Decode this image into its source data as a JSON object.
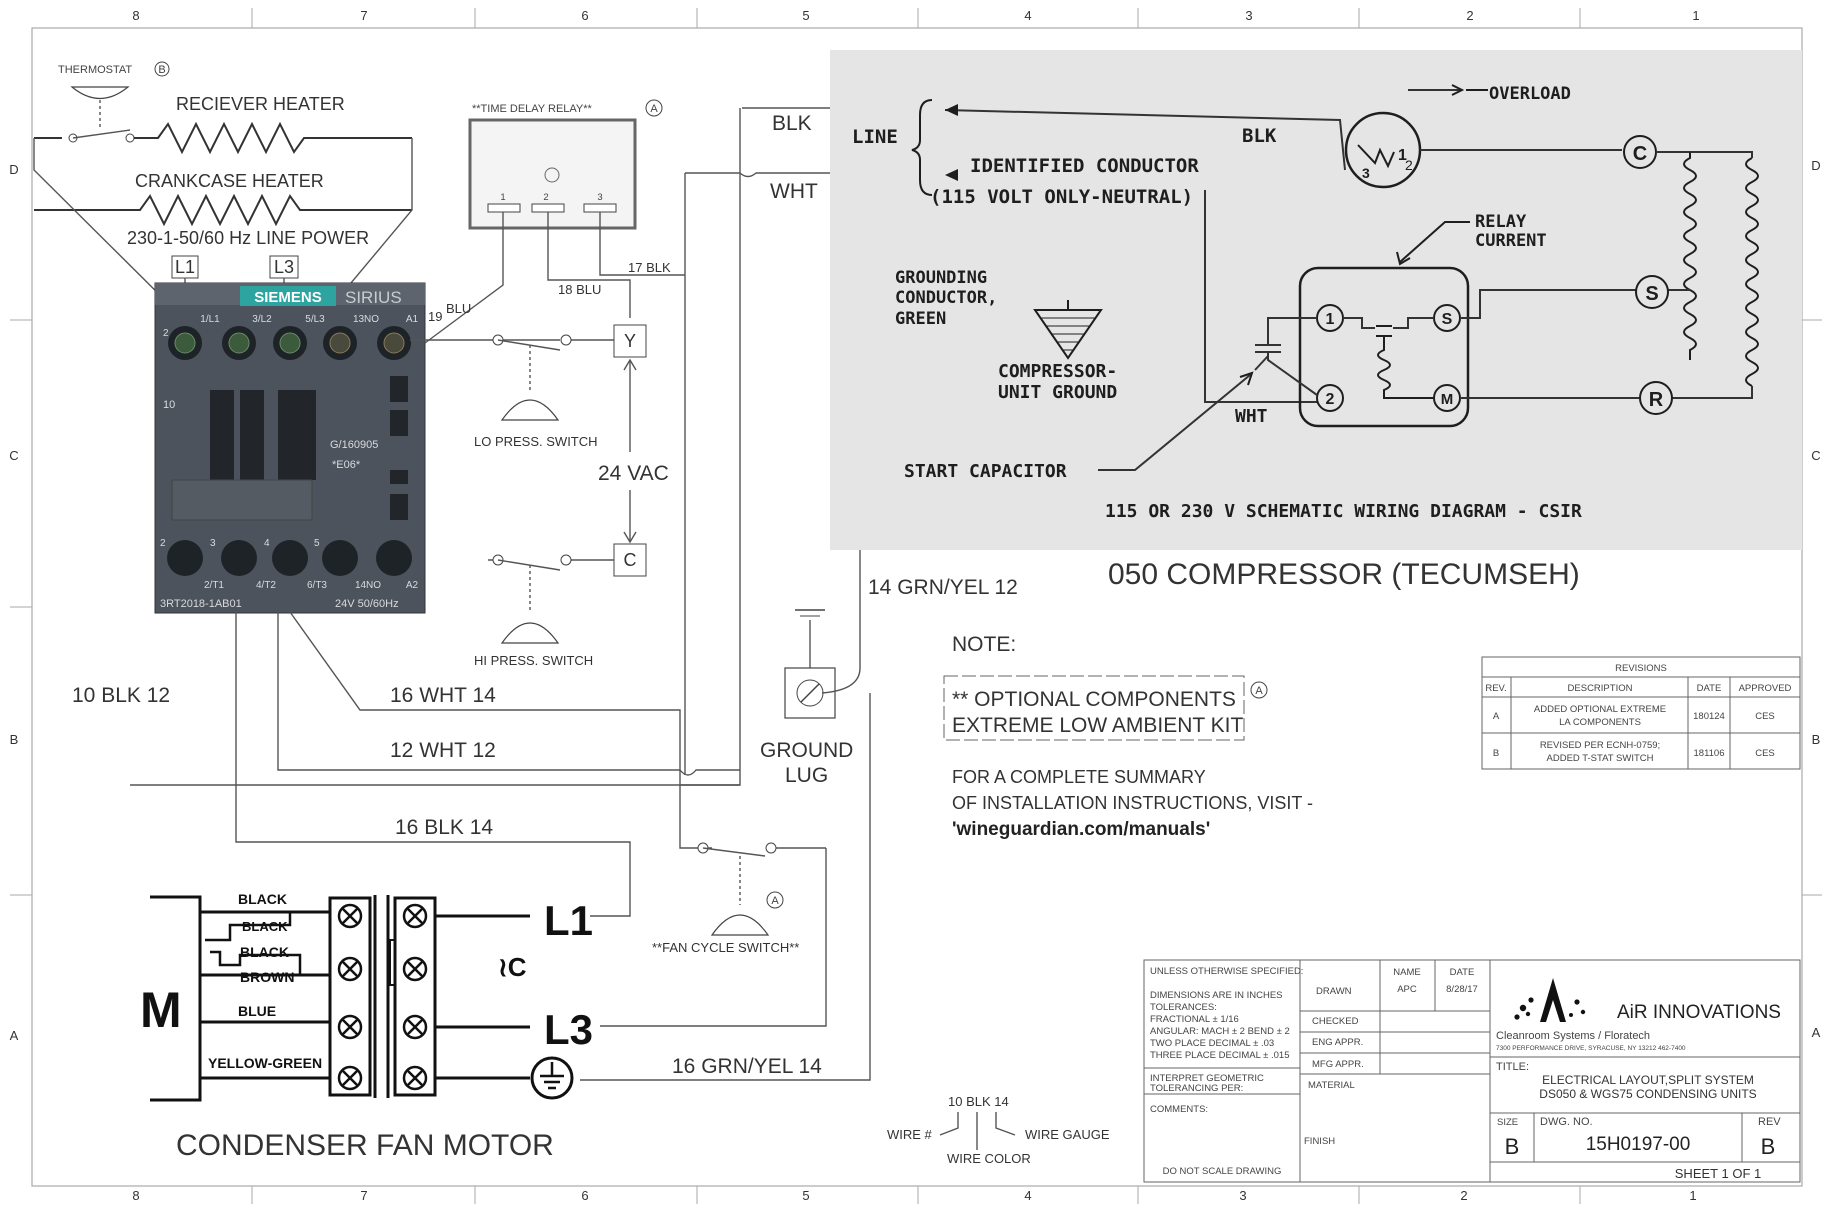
{
  "grid": {
    "cols_top": [
      "8",
      "7",
      "6",
      "5",
      "4",
      "3",
      "2",
      "1"
    ],
    "cols_bottom": [
      "8",
      "7",
      "6",
      "5",
      "4",
      "3",
      "2",
      "1"
    ],
    "rows": [
      "D",
      "C",
      "B",
      "A"
    ]
  },
  "left": {
    "thermostat": "THERMOSTAT",
    "thermostat_note": "B",
    "receiver_heater": "RECIEVER HEATER",
    "crankcase_heater": "CRANKCASE HEATER",
    "line_power": "230-1-50/60 Hz LINE POWER",
    "l1": "L1",
    "l3": "L3"
  },
  "contactor": {
    "brand": "SIEMENS",
    "series": "SIRIUS",
    "top_terminals": [
      "1/L1",
      "3/L2",
      "5/L3",
      "13NO",
      "A1"
    ],
    "bottom_terminals": [
      "2/T1",
      "4/T2",
      "6/T3",
      "14NO",
      "A2"
    ],
    "left_numbers": [
      "2",
      "10",
      "2",
      "3",
      "4",
      "5"
    ],
    "model": "3RT2018-1AB01",
    "rating": "24V 50/60Hz",
    "code1": "G/160905",
    "code2": "*E06*"
  },
  "relay": {
    "title": "**TIME DELAY RELAY**",
    "note": "A",
    "pins": [
      "1",
      "2",
      "3"
    ]
  },
  "wires": {
    "w19": "19",
    "blu": "BLU",
    "w18": "18 BLU",
    "w17": "17 BLK",
    "blk": "BLK",
    "wht": "WHT",
    "w24vac": "24 VAC",
    "y": "Y",
    "c": "C",
    "lo_press": "LO PRESS. SWITCH",
    "hi_press": "HI PRESS. SWITCH",
    "w10blk12": "10 BLK 12",
    "w16wht14": "16 WHT 14",
    "w12wht12": "12 WHT 12",
    "w16blk14": "16 BLK 14",
    "w14grn": "14 GRN/YEL 12",
    "w16grn": "16 GRN/YEL 14",
    "fan_cycle": "**FAN CYCLE SWITCH**",
    "fan_cycle_note": "A",
    "ground_lug": [
      "GROUND",
      "LUG"
    ]
  },
  "motor": {
    "m": "M",
    "wire_labels": [
      "BLACK",
      "BLACK",
      "BLACK",
      "BROWN",
      "BLUE",
      "YELLOW-GREEN"
    ],
    "l1": "L1",
    "l3": "L3",
    "cap": "≀C",
    "title": "CONDENSER FAN MOTOR"
  },
  "compressor": {
    "line": "LINE",
    "blk_in": "BLK",
    "identified": "IDENTIFIED CONDUCTOR",
    "neutral": "(115 VOLT ONLY-NEUTRAL)",
    "blk": "BLK",
    "overload": "OVERLOAD",
    "relay": [
      "RELAY",
      "CURRENT"
    ],
    "grounding": [
      "GROUNDING",
      "CONDUCTOR,",
      "GREEN"
    ],
    "unit_ground": [
      "COMPRESSOR-",
      "UNIT GROUND"
    ],
    "wht": "WHT",
    "start_cap": "START CAPACITOR",
    "schematic_title": "115 OR 230 V SCHEMATIC WIRING DIAGRAM - CSIR",
    "terminals": [
      "C",
      "S",
      "R"
    ],
    "relay_terms": [
      "1",
      "S",
      "2",
      "M"
    ],
    "overload_terms": [
      "1",
      "2",
      "3"
    ],
    "title": "050 COMPRESSOR (TECUMSEH)"
  },
  "note": {
    "heading": "NOTE:",
    "box1": "** OPTIONAL COMPONENTS",
    "box2": "EXTREME LOW AMBIENT KIT",
    "box_note": "A",
    "summary1": "FOR A COMPLETE SUMMARY",
    "summary2": "OF INSTALLATION INSTRUCTIONS, VISIT -",
    "url": "'wineguardian.com/manuals'"
  },
  "revisions": {
    "title": "REVISIONS",
    "headers": [
      "REV.",
      "DESCRIPTION",
      "DATE",
      "APPROVED"
    ],
    "rows": [
      {
        "rev": "A",
        "desc1": "ADDED OPTIONAL EXTREME",
        "desc2": "LA COMPONENTS",
        "date": "180124",
        "approved": "CES"
      },
      {
        "rev": "B",
        "desc1": "REVISED PER ECNH-0759;",
        "desc2": "ADDED T-STAT SWITCH",
        "date": "181106",
        "approved": "CES"
      }
    ]
  },
  "legend": {
    "example": "10 BLK 14",
    "wire_num": "WIRE #",
    "wire_gauge": "WIRE GAUGE",
    "wire_color": "WIRE COLOR"
  },
  "titleblock": {
    "unless": "UNLESS OTHERWISE SPECIFIED:",
    "dims": [
      "DIMENSIONS ARE IN INCHES",
      "TOLERANCES:",
      "FRACTIONAL ± 1/16",
      "ANGULAR: MACH ± 2  BEND ± 2",
      "TWO PLACE DECIMAL   ± .03",
      "THREE PLACE DECIMAL  ± .015"
    ],
    "interpret": [
      "INTERPRET GEOMETRIC",
      "TOLERANCING PER:"
    ],
    "comments": "COMMENTS:",
    "no_scale": "DO NOT SCALE DRAWING",
    "name_h": "NAME",
    "date_h": "DATE",
    "drawn": "DRAWN",
    "drawn_name": "APC",
    "drawn_date": "8/28/17",
    "checked": "CHECKED",
    "eng_appr": "ENG APPR.",
    "mfg_appr": "MFG APPR.",
    "material": "MATERIAL",
    "finish": "FINISH",
    "company": "AiR INNOVATIONS",
    "sub": "Cleanroom Systems  /  Floratech",
    "address": "7300 PERFORMANCE DRIVE, SYRACUSE, NY  13212  462-7400",
    "title_h": "TITLE:",
    "title1": "ELECTRICAL LAYOUT,SPLIT SYSTEM",
    "title2": "DS050 & WGS75  CONDENSING UNITS",
    "size_h": "SIZE",
    "size": "B",
    "dwg_h": "DWG.  NO.",
    "dwg": "15H0197-00",
    "rev_h": "REV",
    "rev": "B",
    "sheet": "SHEET 1 OF 1"
  }
}
